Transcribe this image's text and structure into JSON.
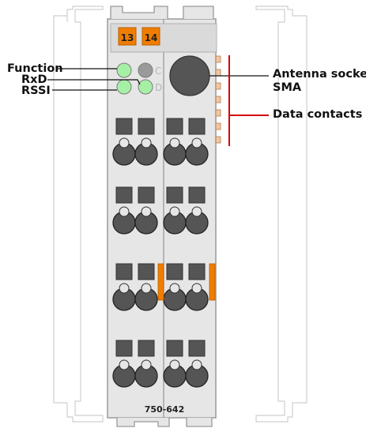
{
  "callouts": {
    "function": "Function",
    "rxd": "RxD",
    "rssi": "RSSI",
    "antenna_line1": "Antenna socket",
    "antenna_line2": "SMA",
    "data_contacts": "Data contacts"
  },
  "module": {
    "label_left": "13",
    "label_right": "14",
    "led_c": "C",
    "led_d": "D",
    "part_number": "750-642"
  },
  "colors": {
    "orange": "#f07d00",
    "led_green": "#a6f0a6",
    "housing": "#e6e6e6",
    "data_contact_line": "#d40000"
  }
}
